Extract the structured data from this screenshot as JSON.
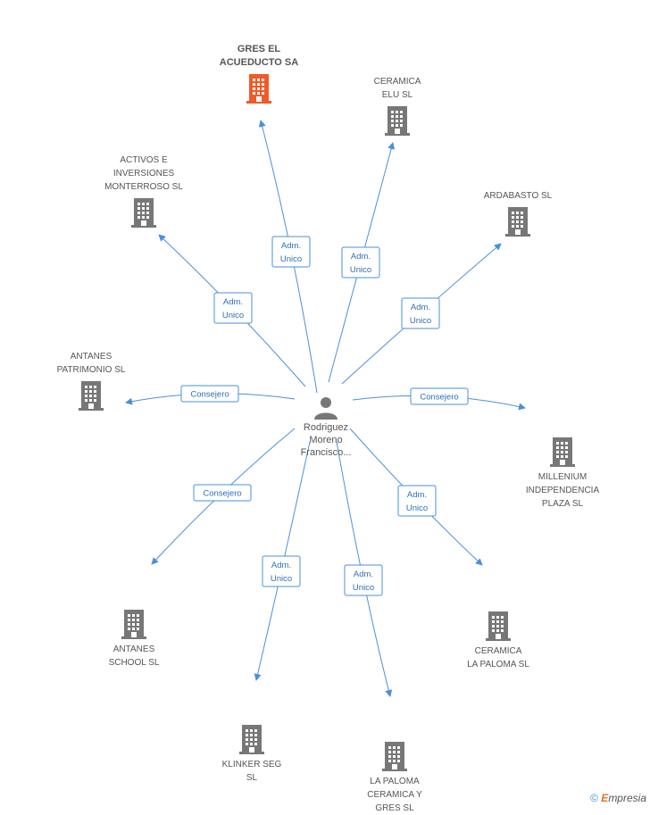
{
  "center": {
    "name": "Rodriguez\nMoreno\nFrancisco..."
  },
  "companies": [
    {
      "id": "gres",
      "name": "GRES EL\nACUEDUCTO SA",
      "highlight": true
    },
    {
      "id": "elu",
      "name": "CERAMICA\nELU SL"
    },
    {
      "id": "activos",
      "name": "ACTIVOS E\nINVERSIONES\nMONTERROSO SL"
    },
    {
      "id": "ardabasto",
      "name": "ARDABASTO SL"
    },
    {
      "id": "patrimonio",
      "name": "ANTANES\nPATRIMONIO SL"
    },
    {
      "id": "millenium",
      "name": "MILLENIUM\nINDEPENDENCIA\nPLAZA SL"
    },
    {
      "id": "school",
      "name": "ANTANES\nSCHOOL SL"
    },
    {
      "id": "lapaloma_sl",
      "name": "CERAMICA\nLA PALOMA SL"
    },
    {
      "id": "klinker",
      "name": "KLINKER SEG\nSL"
    },
    {
      "id": "lapaloma_gres",
      "name": "LA PALOMA\nCERAMICA Y\nGRES SL"
    }
  ],
  "relations": [
    {
      "to": "gres",
      "label": [
        "Adm.",
        "Unico"
      ]
    },
    {
      "to": "elu",
      "label": [
        "Adm.",
        "Unico"
      ]
    },
    {
      "to": "activos",
      "label": [
        "Adm.",
        "Unico"
      ]
    },
    {
      "to": "ardabasto",
      "label": [
        "Adm.",
        "Unico"
      ]
    },
    {
      "to": "patrimonio",
      "label": [
        "Consejero"
      ]
    },
    {
      "to": "millenium",
      "label": [
        "Consejero"
      ]
    },
    {
      "to": "school",
      "label": [
        "Consejero"
      ]
    },
    {
      "to": "lapaloma_sl",
      "label": [
        "Adm.",
        "Unico"
      ]
    },
    {
      "to": "klinker",
      "label": [
        "Adm.",
        "Unico"
      ]
    },
    {
      "to": "lapaloma_gres",
      "label": [
        "Adm.",
        "Unico"
      ]
    }
  ],
  "colors": {
    "edge": "#4a90d9",
    "building": "#777777",
    "highlight": "#f05a28"
  },
  "icons": {
    "company": "building-icon",
    "person": "person-icon"
  },
  "footer": {
    "copyright": "©",
    "brand_first": "E",
    "brand_rest": "mpresia"
  }
}
